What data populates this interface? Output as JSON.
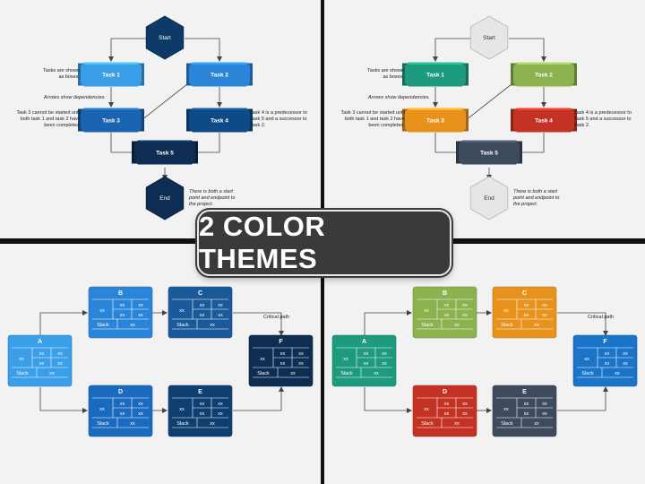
{
  "banner": "2 COLOR THEMES",
  "flowchart": {
    "start": "Start",
    "task1": "Task 1",
    "task2": "Task 2",
    "task3": "Task 3",
    "task4": "Task 4",
    "task5": "Task 5",
    "end": "End",
    "notes": {
      "boxes": [
        "Tasks are shown",
        "as boxes."
      ],
      "arrows": "Arrows show dependencies.",
      "task3": [
        "Task 3 cannot be started until",
        "both task 1 and task 2 have",
        "been completed."
      ],
      "task4": [
        "Task 4 is a predecessor to",
        "Task 5 and a successor to",
        "Task 2."
      ],
      "end": [
        "There is both a start",
        "point and endpoint to",
        "the project."
      ]
    }
  },
  "network": {
    "nodes": [
      "A",
      "B",
      "C",
      "D",
      "E",
      "F"
    ],
    "cell": "xx",
    "slack": "Slack",
    "critical_path": "Critical path"
  },
  "themes": {
    "blue": {
      "start": "#0d3a66",
      "task1": "#3a9ee8",
      "task2": "#2a85d8",
      "task3": "#1a63b0",
      "task4": "#0e4a85",
      "task5": "#0d2d52",
      "end": "#0d2d52",
      "A": "#3a9ee8",
      "B": "#2a85d8",
      "C": "#1a5a9a",
      "D": "#1a6ac0",
      "E": "#0e3f70",
      "F": "#0d2d52"
    },
    "color": {
      "start": "#e6e6e6",
      "task1": "#1e9b7e",
      "task2": "#8cb14f",
      "task3": "#e8921e",
      "task4": "#c43224",
      "task5": "#3e4a5e",
      "end": "#e6e6e6",
      "A": "#1e9b7e",
      "B": "#8cb14f",
      "C": "#e8921e",
      "D": "#c43224",
      "E": "#3e4a5e",
      "F": "#1a74c8"
    }
  }
}
